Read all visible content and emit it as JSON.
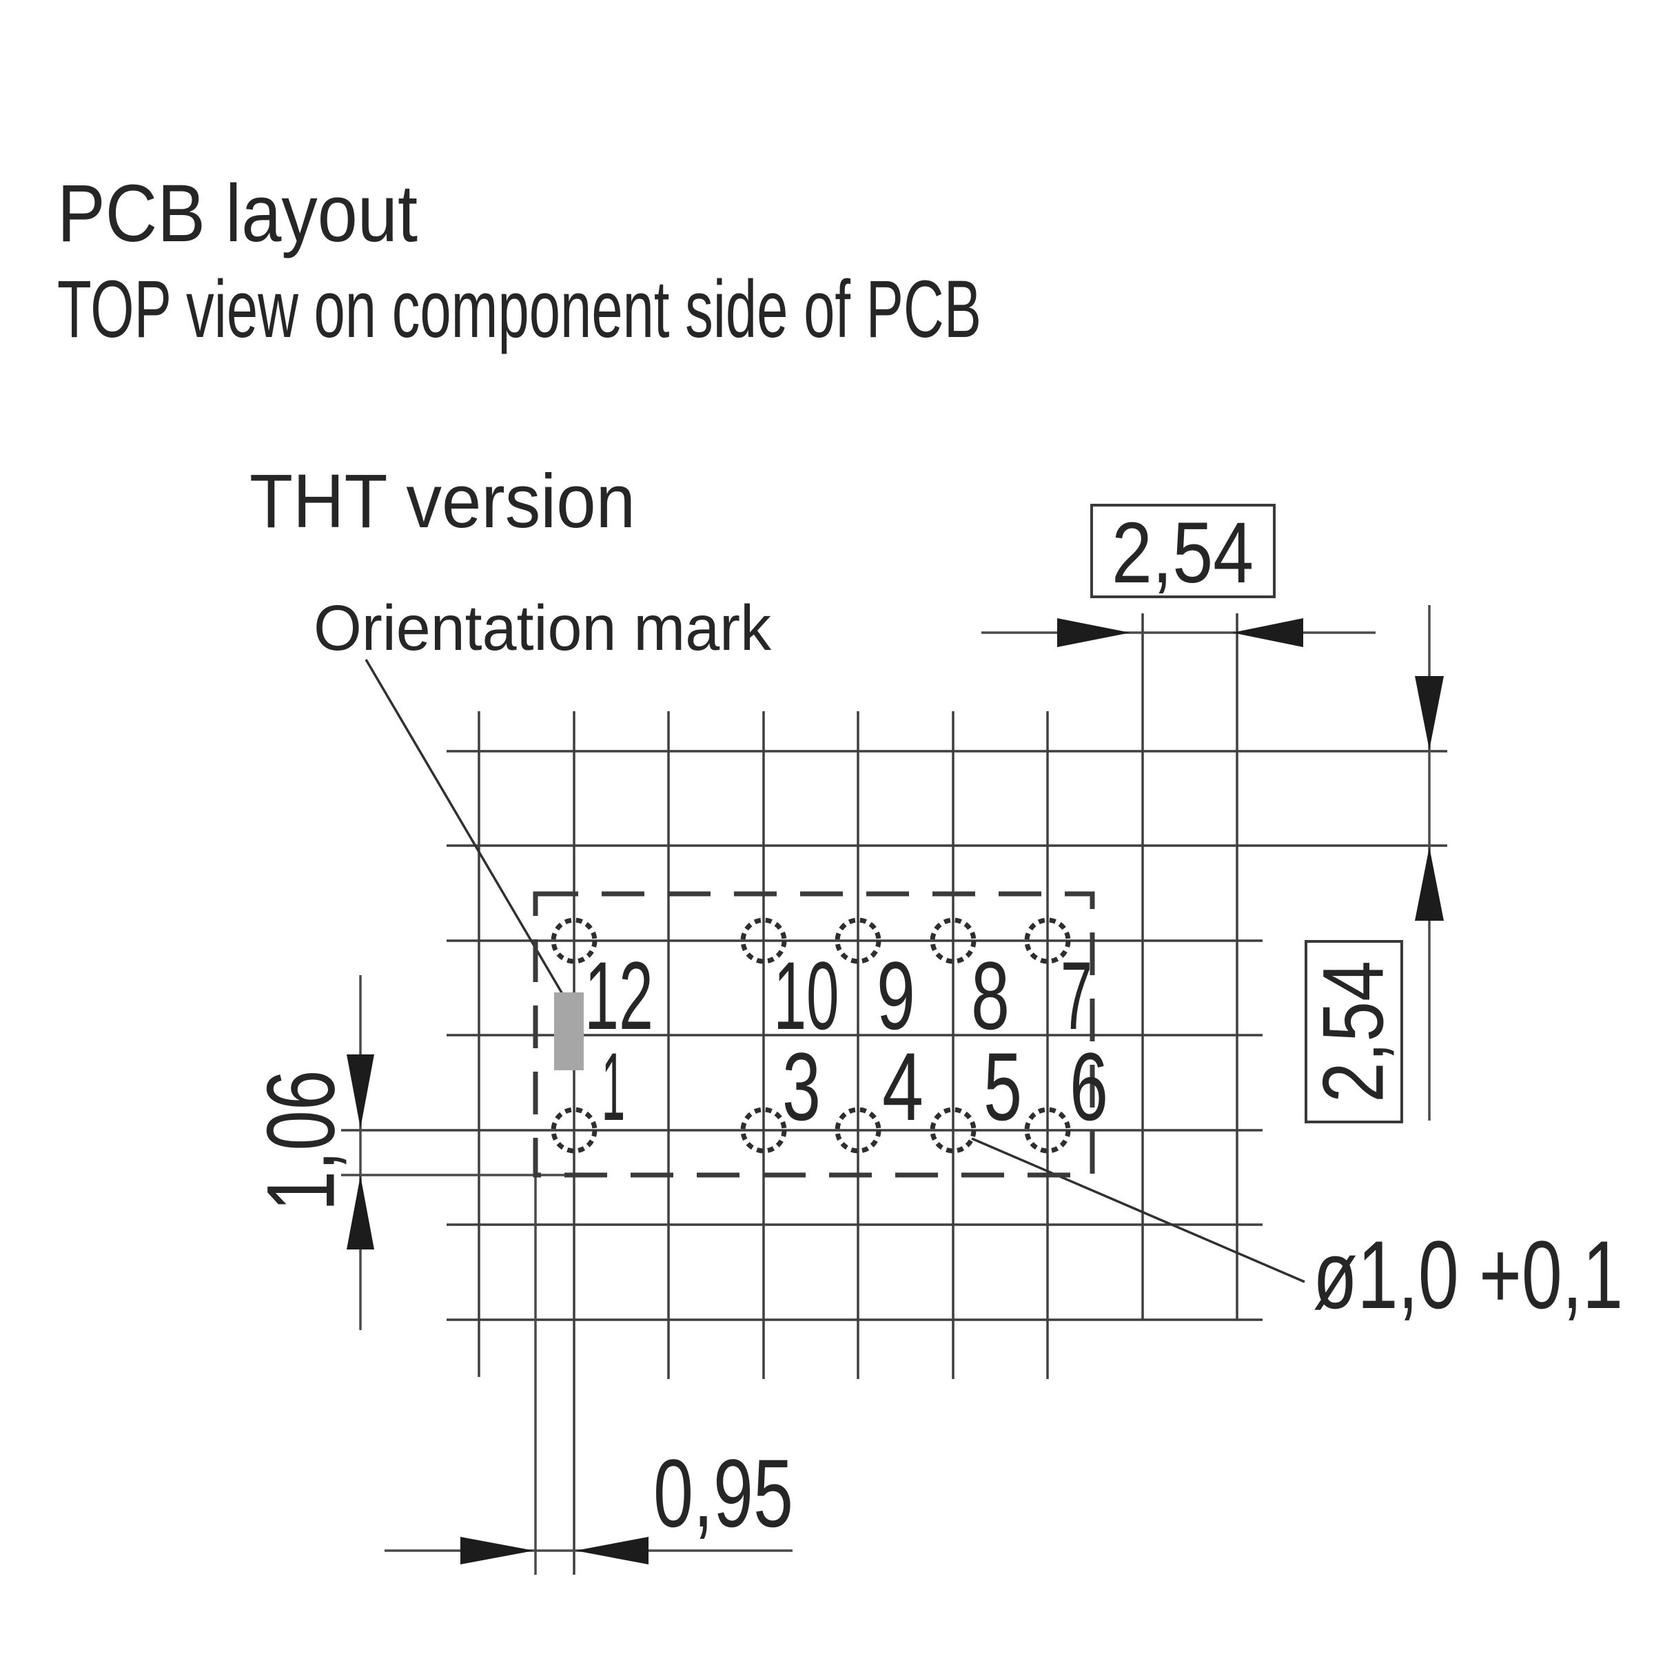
{
  "title": {
    "line1": "PCB layout",
    "line2": "TOP view on component side of PCB"
  },
  "subtitle": "THT version",
  "labels": {
    "orientation_mark": "Orientation mark",
    "hole_diameter": "ø1,0 +0,1"
  },
  "dimensions": {
    "pitch_horizontal": "2,54",
    "pitch_vertical": "2,54",
    "edge_vertical": "1,06",
    "edge_horizontal": "0,95"
  },
  "pads": {
    "top_row": [
      "12",
      "10",
      "9",
      "8",
      "7"
    ],
    "bottom_row": [
      "1",
      "3",
      "4",
      "5",
      "6"
    ]
  },
  "colors": {
    "background": "#ffffff",
    "line": "#3f3f3f",
    "text": "#262626",
    "orientation_mark_fill": "#a6a6a6"
  }
}
